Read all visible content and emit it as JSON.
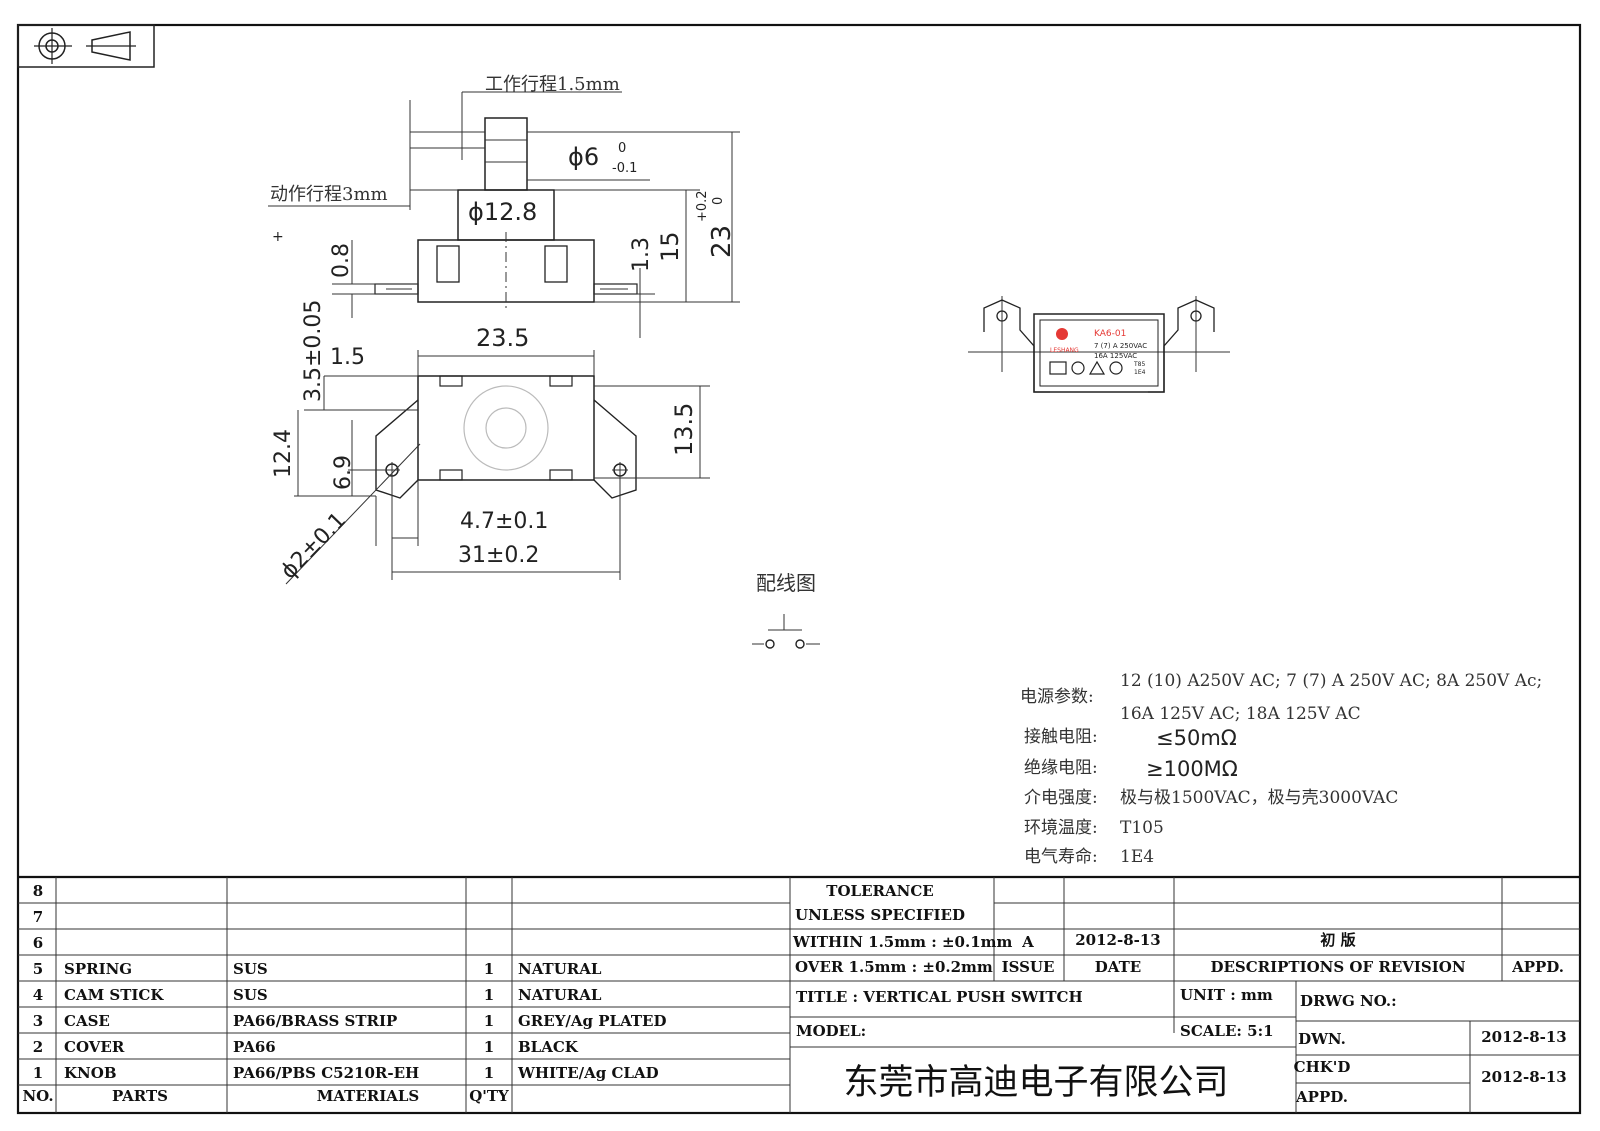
{
  "drawing": {
    "dims": {
      "stroke_work": "工作行程1.5mm",
      "stroke_action": "动作行程3mm",
      "phi6": "ϕ6",
      "phi6_tol_up": "0",
      "phi6_tol_dn": "-0.1",
      "phi12_8": "ϕ12.8",
      "d23": "23",
      "d23_tol_up": "+0.2",
      "d23_tol_dn": "0",
      "d15": "15",
      "d1_3": "1.3",
      "d0_8": "0.8",
      "d23_5": "23.5",
      "d1_5": "1.5",
      "d3_5": "3.5±0.05",
      "d12_4": "12.4",
      "d6_9": "6.9",
      "d13_5": "13.5",
      "d4_7": "4.7±0.1",
      "d31": "31±0.2",
      "phi2": "ϕ2±0.1"
    },
    "wiring_label": "配线图",
    "label_plate": {
      "model": "KA6-01",
      "brand": "LESHANG",
      "rating1": "7 (7) A 250VAC",
      "rating2": "16A 125VAC",
      "rating3": "T85",
      "rating4": "1E4"
    }
  },
  "specs": {
    "power_label": "电源参数:",
    "power_line1": "12 (10) A250V AC;  7 (7) A 250V AC;  8A 250V Ac;",
    "power_line2": "16A 125V AC;  18A 125V AC",
    "contact_label": "接触电阻:",
    "contact_value": "≤50mΩ",
    "insulation_label": "绝缘电阻:",
    "insulation_value": "≥100MΩ",
    "dielectric_label": "介电强度:",
    "dielectric_value": "极与极1500VAC，极与壳3000VAC",
    "temp_label": "环境温度:",
    "temp_value": "T105",
    "life_label": "电气寿命:",
    "life_value": "1E4"
  },
  "bom": {
    "header": {
      "no": "NO.",
      "parts": "PARTS",
      "materials": "MATERIALS",
      "qty": "Q'TY"
    },
    "rows": [
      {
        "no": "8",
        "part": "",
        "material": "",
        "qty": "",
        "finish": ""
      },
      {
        "no": "7",
        "part": "",
        "material": "",
        "qty": "",
        "finish": ""
      },
      {
        "no": "6",
        "part": "",
        "material": "",
        "qty": "",
        "finish": ""
      },
      {
        "no": "5",
        "part": "SPRING",
        "material": "SUS",
        "qty": "1",
        "finish": "NATURAL"
      },
      {
        "no": "4",
        "part": "CAM STICK",
        "material": "SUS",
        "qty": "1",
        "finish": "NATURAL"
      },
      {
        "no": "3",
        "part": "CASE",
        "material": "PA66/BRASS STRIP",
        "qty": "1",
        "finish": "GREY/Ag PLATED"
      },
      {
        "no": "2",
        "part": "COVER",
        "material": "PA66",
        "qty": "1",
        "finish": "BLACK"
      },
      {
        "no": "1",
        "part": "KNOB",
        "material": "PA66/PBS C5210R-EH",
        "qty": "1",
        "finish": "WHITE/Ag CLAD"
      }
    ]
  },
  "title_block": {
    "tolerance_1": "TOLERANCE",
    "tolerance_2": "UNLESS  SPECIFIED",
    "within": "WITHIN 1.5mm : ±0.1mm",
    "over": "OVER 1.5mm : ±0.2mm",
    "issue_value": "A",
    "date_value": "2012-8-13",
    "revision_value": "初 版",
    "issue_label": "ISSUE",
    "date_label": "DATE",
    "desc_label": "DESCRIPTIONS OF REVISION",
    "appd_label": "APPD.",
    "title": "TITLE :   VERTICAL PUSH SWITCH",
    "unit": "UNIT :   mm",
    "drwg_no": "DRWG NO.:",
    "model": "MODEL:",
    "scale": "SCALE:   5:1",
    "dwn": "DWN.",
    "dwn_date": "2012-8-13",
    "chkd": "CHK'D",
    "chkd_date": "2012-8-13",
    "appd": "APPD.",
    "company": "东莞市高迪电子有限公司"
  }
}
